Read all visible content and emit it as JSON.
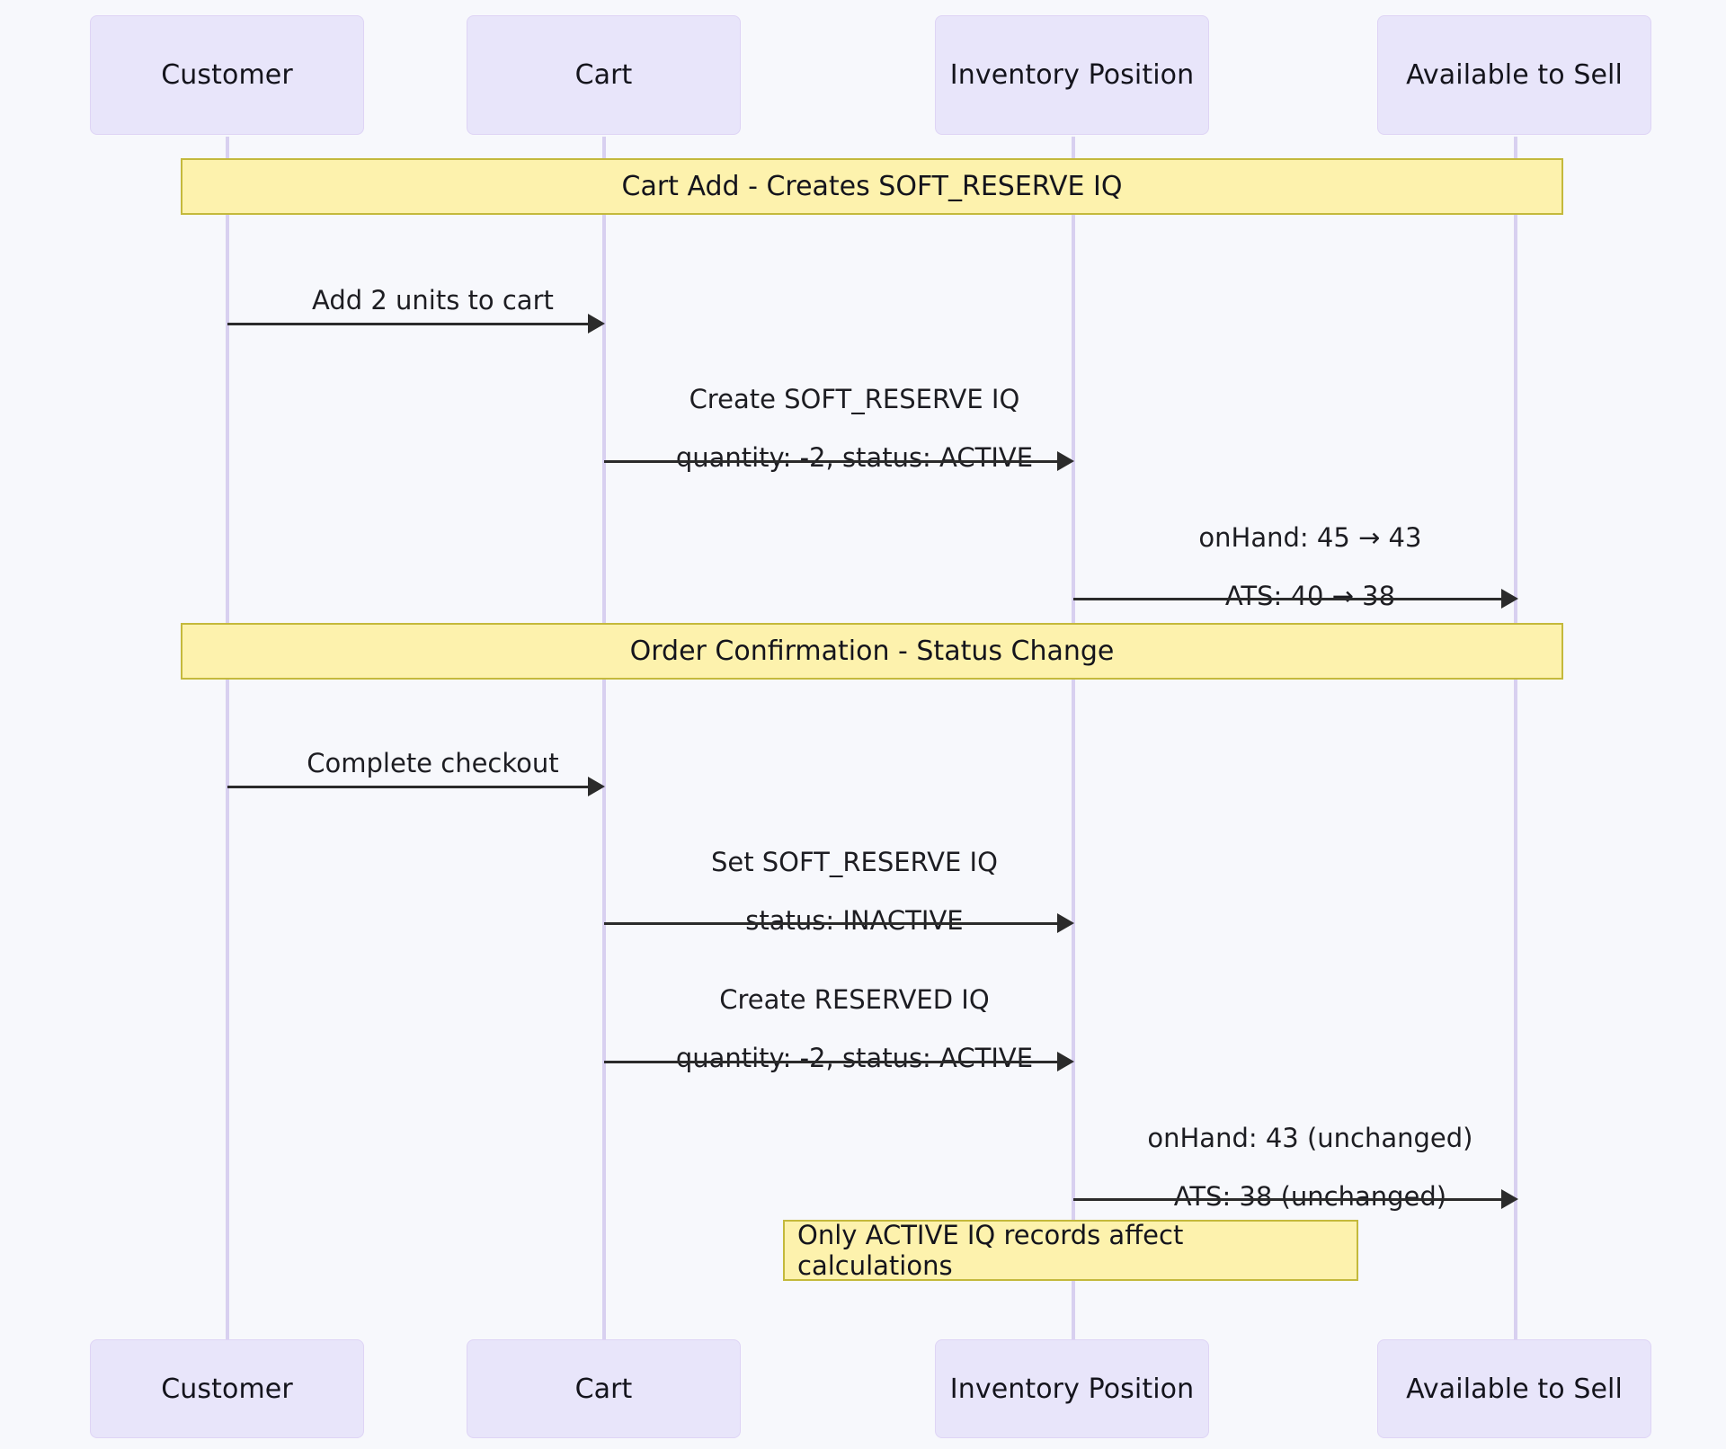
{
  "diagram": {
    "type": "sequence-diagram",
    "background_color": "#f7f8fc",
    "actor_fill": "#e8e5fa",
    "actor_stroke": "#ded4f5",
    "band_fill": "#fdf2ad",
    "band_stroke": "#c4b93c",
    "lifeline_color": "#d8d0f0",
    "arrow_color": "#2b2b2b"
  },
  "participants": [
    {
      "id": "customer",
      "label": "Customer"
    },
    {
      "id": "cart",
      "label": "Cart"
    },
    {
      "id": "inventory",
      "label": "Inventory Position"
    },
    {
      "id": "ats",
      "label": "Available to Sell"
    }
  ],
  "participants_bottom": [
    {
      "id": "customer",
      "label": "Customer"
    },
    {
      "id": "cart",
      "label": "Cart"
    },
    {
      "id": "inventory",
      "label": "Inventory Position"
    },
    {
      "id": "ats",
      "label": "Available to Sell"
    }
  ],
  "sections": [
    {
      "id": "section-cart-add",
      "label": "Cart Add - Creates SOFT_RESERVE IQ"
    },
    {
      "id": "section-order-confirmation",
      "label": "Order Confirmation - Status Change"
    }
  ],
  "messages": [
    {
      "id": "msg-add-units",
      "from": "customer",
      "to": "cart",
      "line1": "Add 2 units to cart",
      "line2": ""
    },
    {
      "id": "msg-create-soft-reserve",
      "from": "cart",
      "to": "inventory",
      "line1": "Create SOFT_RESERVE IQ",
      "line2": "quantity: -2, status: ACTIVE"
    },
    {
      "id": "msg-onhand-ats-update",
      "from": "inventory",
      "to": "ats",
      "line1": "onHand: 45 → 43",
      "line2": "ATS: 40 → 38"
    },
    {
      "id": "msg-complete-checkout",
      "from": "customer",
      "to": "cart",
      "line1": "Complete checkout",
      "line2": ""
    },
    {
      "id": "msg-set-soft-reserve-inactive",
      "from": "cart",
      "to": "inventory",
      "line1": "Set SOFT_RESERVE IQ",
      "line2": "status: INACTIVE"
    },
    {
      "id": "msg-create-reserved",
      "from": "cart",
      "to": "inventory",
      "line1": "Create RESERVED IQ",
      "line2": "quantity: -2, status: ACTIVE"
    },
    {
      "id": "msg-onhand-ats-unchanged",
      "from": "inventory",
      "to": "ats",
      "line1": "onHand: 43 (unchanged)",
      "line2": "ATS: 38 (unchanged)"
    }
  ],
  "notes": [
    {
      "id": "note-active-iq",
      "over": "inventory",
      "label": "Only ACTIVE IQ records affect calculations"
    }
  ]
}
